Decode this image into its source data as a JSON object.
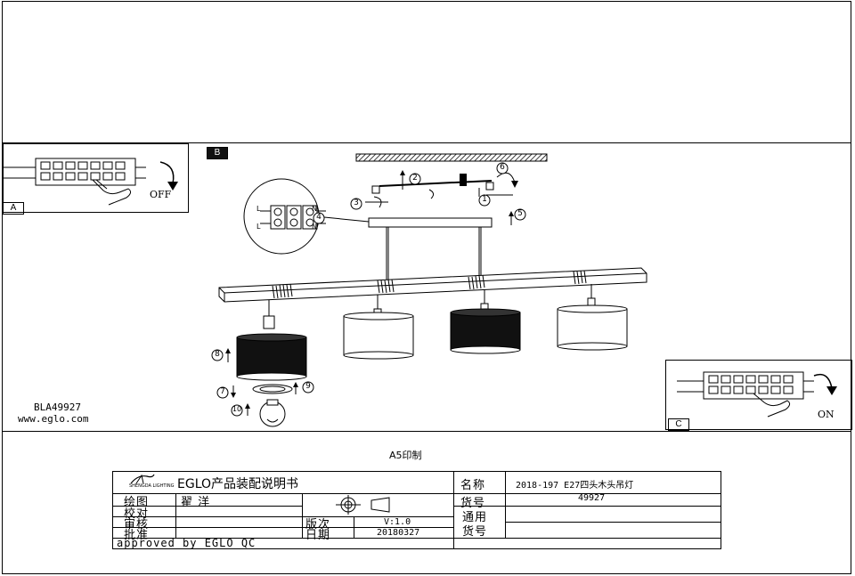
{
  "sections": {
    "a": "A",
    "b": "B",
    "c": "C"
  },
  "labels": {
    "off": "OFF",
    "on": "ON",
    "model": "BLA49927",
    "website": "www.eglo.com",
    "print_size": "A5印制",
    "terminal_l": "L",
    "terminal_n": "N"
  },
  "steps": [
    "1",
    "2",
    "3",
    "4",
    "5",
    "6",
    "7",
    "8",
    "9",
    "10"
  ],
  "title_block": {
    "logo_text": "SHENGDA LIGHTING",
    "heading": "EGLO产品装配说明书",
    "name_label": "名称",
    "name_value": "2018-197 E27四头木头吊灯",
    "item_no_label": "货号",
    "item_no_value": "49927",
    "drawn_label": "绘图",
    "drawn_value": "翟 洋",
    "check_label": "校对",
    "review_label": "审核",
    "approve_label": "批准",
    "version_label": "版次",
    "version_value": "V:1.0",
    "date_label": "日期",
    "date_value": "20180327",
    "general_label_1": "通用",
    "general_label_2": "货号",
    "approved_by": "approved by EGLO QC"
  }
}
